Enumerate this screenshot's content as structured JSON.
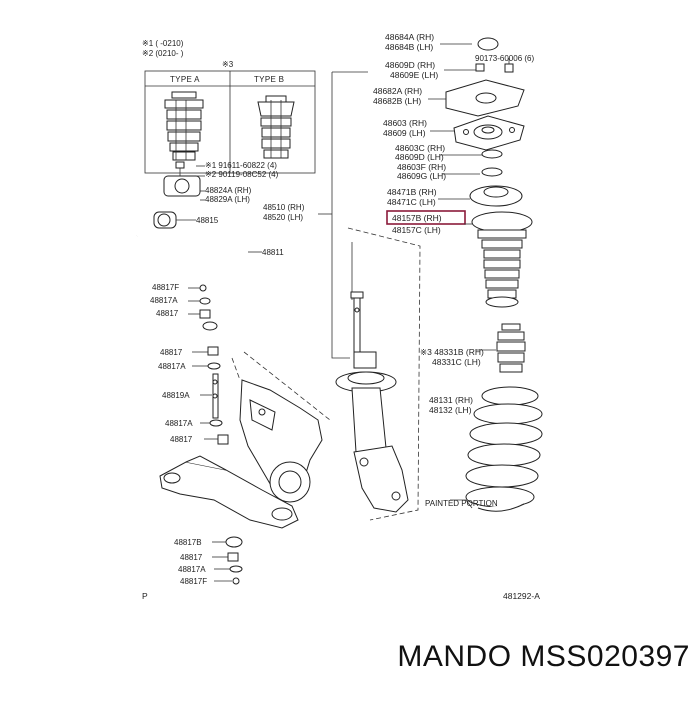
{
  "notes": {
    "n1": "※1 (     -0210)",
    "n2": "※2 (0210-     )"
  },
  "type_table": {
    "ref": "※3",
    "col_a": "TYPE A",
    "col_b": "TYPE B"
  },
  "labels": {
    "l48684a": "48684A (RH)",
    "l48684b": "48684B (LH)",
    "l48609d": "48609D (RH)",
    "l48609e": "48609E (LH)",
    "l90173": "90173-60006 (6)",
    "l48682a": "48682A (RH)",
    "l48682b": "48682B (LH)",
    "l48603": "48603 (RH)",
    "l48609": "48609 (LH)",
    "l48603c": "48603C (RH)",
    "l48609d2": "48609D (LH)",
    "l48603f": "48603F (RH)",
    "l48609g": "48609G (LH)",
    "l48471b": "48471B (RH)",
    "l48471c": "48471C (LH)",
    "l48157b": "48157B (RH)",
    "l48157c": "48157C (LH)",
    "l48510": "48510 (RH)",
    "l48520": "48520 (LH)",
    "l91611": "※1  91611-60822 (4)",
    "l90119": "※2  90119-08C52 (4)",
    "l48824a": "48824A (RH)",
    "l48829a": "48829A (LH)",
    "l48815": "48815",
    "l48811": "48811",
    "l48817f_top": "48817F",
    "l48817a_top": "48817A",
    "l48817_top": "48817",
    "l48817_mid": "48817",
    "l48817a_mid": "48817A",
    "l48819a": "48819A",
    "l48817a_low": "48817A",
    "l48817_low": "48817",
    "l48331b": "※3 48331B (RH)",
    "l48331c": "48331C (LH)",
    "l48131": "48131 (RH)",
    "l48132": "48132 (LH)",
    "l48817b_bot": "48817B",
    "l48817_bot": "48817",
    "l48817a_bot": "48817A",
    "l48817f_bot": "48817F",
    "painted": "PAINTED PORTION",
    "corner_p": "P",
    "diagram_no": "481292-A"
  },
  "highlight_color": "#8b1a3a",
  "brand": "MANDO MSS020397"
}
